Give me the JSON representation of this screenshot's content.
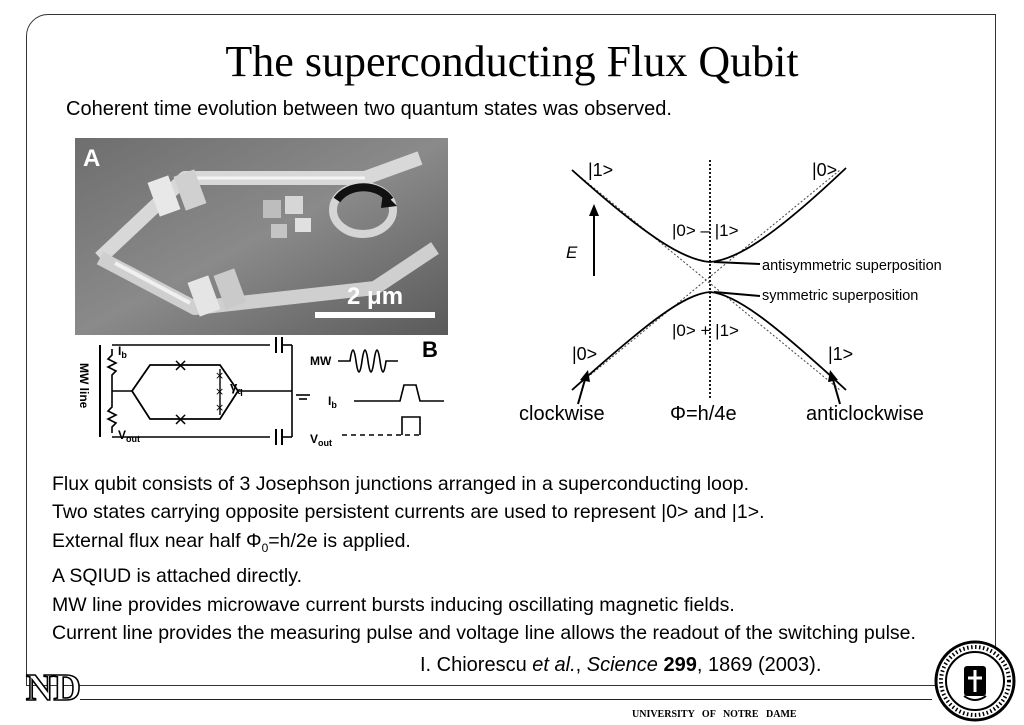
{
  "title": "The superconducting Flux Qubit",
  "subtitle": "Coherent time evolution between two quantum states was observed.",
  "figure_micrograph": {
    "panel_label": "A",
    "scale_bar": "2 μm"
  },
  "figure_circuit": {
    "panel_label": "B",
    "mw_line_label": "MW line",
    "ib_label": "I",
    "ib_sub": "b",
    "vout_label": "V",
    "vout_sub": "out",
    "gamma_label": "γ",
    "gamma_sub": "q",
    "mw_label": "MW",
    "ib_right_label": "I",
    "ib_right_sub": "b",
    "vout_right_label": "V",
    "vout_right_sub": "out"
  },
  "energy_diagram": {
    "state_top_left": "|1>",
    "state_top_right": "|0>",
    "state_bottom_left": "|0>",
    "state_bottom_right": "|1>",
    "upper_superposition": "|0> – |1>",
    "lower_superposition": "|0> + |1>",
    "axis_label": "E",
    "antisymmetric_label": "antisymmetric superposition",
    "symmetric_label": "symmetric superposition",
    "left_bottom_label": "clockwise",
    "center_bottom_label": "Φ=h/4e",
    "right_bottom_label": "anticlockwise"
  },
  "body": {
    "line1": "Flux qubit consists of 3 Josephson junctions arranged in a superconducting loop.",
    "line2": "Two states carrying opposite persistent currents are used to represent |0> and |1>.",
    "line3_pre": "External flux near half Φ",
    "line3_sub": "0",
    "line3_post": "=h/2e is applied.",
    "line4": "A SQIUD is attached directly.",
    "line5": "MW line provides microwave current bursts inducing oscillating magnetic fields.",
    "line6": "Current line provides the measuring pulse and voltage line allows the readout of the switching pulse."
  },
  "citation": {
    "author": "I. Chiorescu ",
    "etal": "et al.",
    "sep1": ", ",
    "journal": "Science",
    "sep2": " ",
    "volume": "299",
    "rest": ", 1869 (2003)."
  },
  "footer": {
    "university": "UNIVERSITY OF NOTRE DAME",
    "logo_letters": "ND",
    "seal_text": "UNIVERSITY OF NOTRE DAME"
  }
}
